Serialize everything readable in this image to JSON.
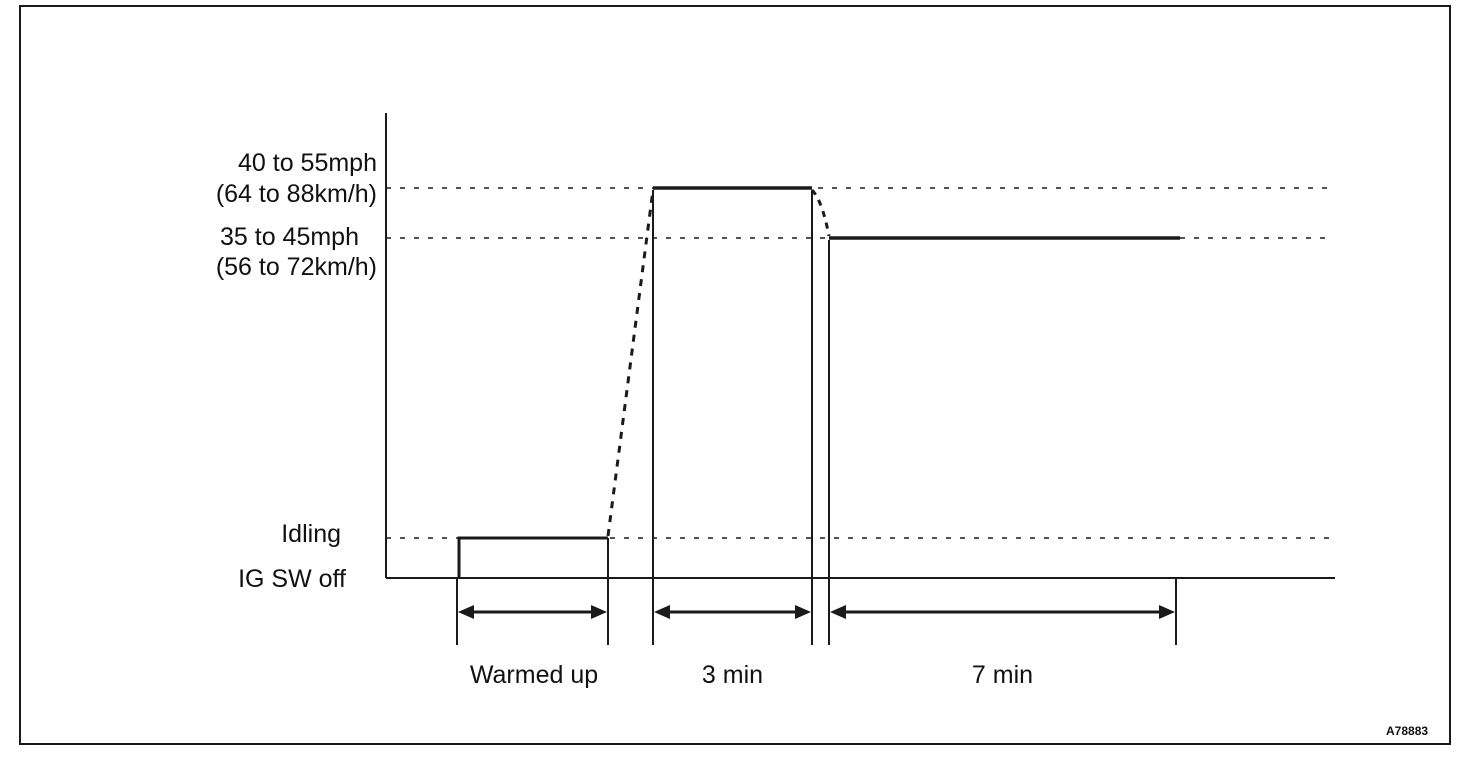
{
  "levels": {
    "high_mph": "40 to 55mph",
    "high_kmh": "(64 to 88km/h)",
    "mid_mph": "35 to 45mph",
    "mid_kmh": "(56 to 72km/h)",
    "idling": "Idling",
    "ig_off": "IG SW off"
  },
  "intervals": {
    "warmed_up": "Warmed up",
    "three_min": "3 min",
    "seven_min": "7 min"
  },
  "figure_id": "A78883",
  "colors": {
    "line": "#1a1a1a",
    "background": "#ffffff"
  }
}
